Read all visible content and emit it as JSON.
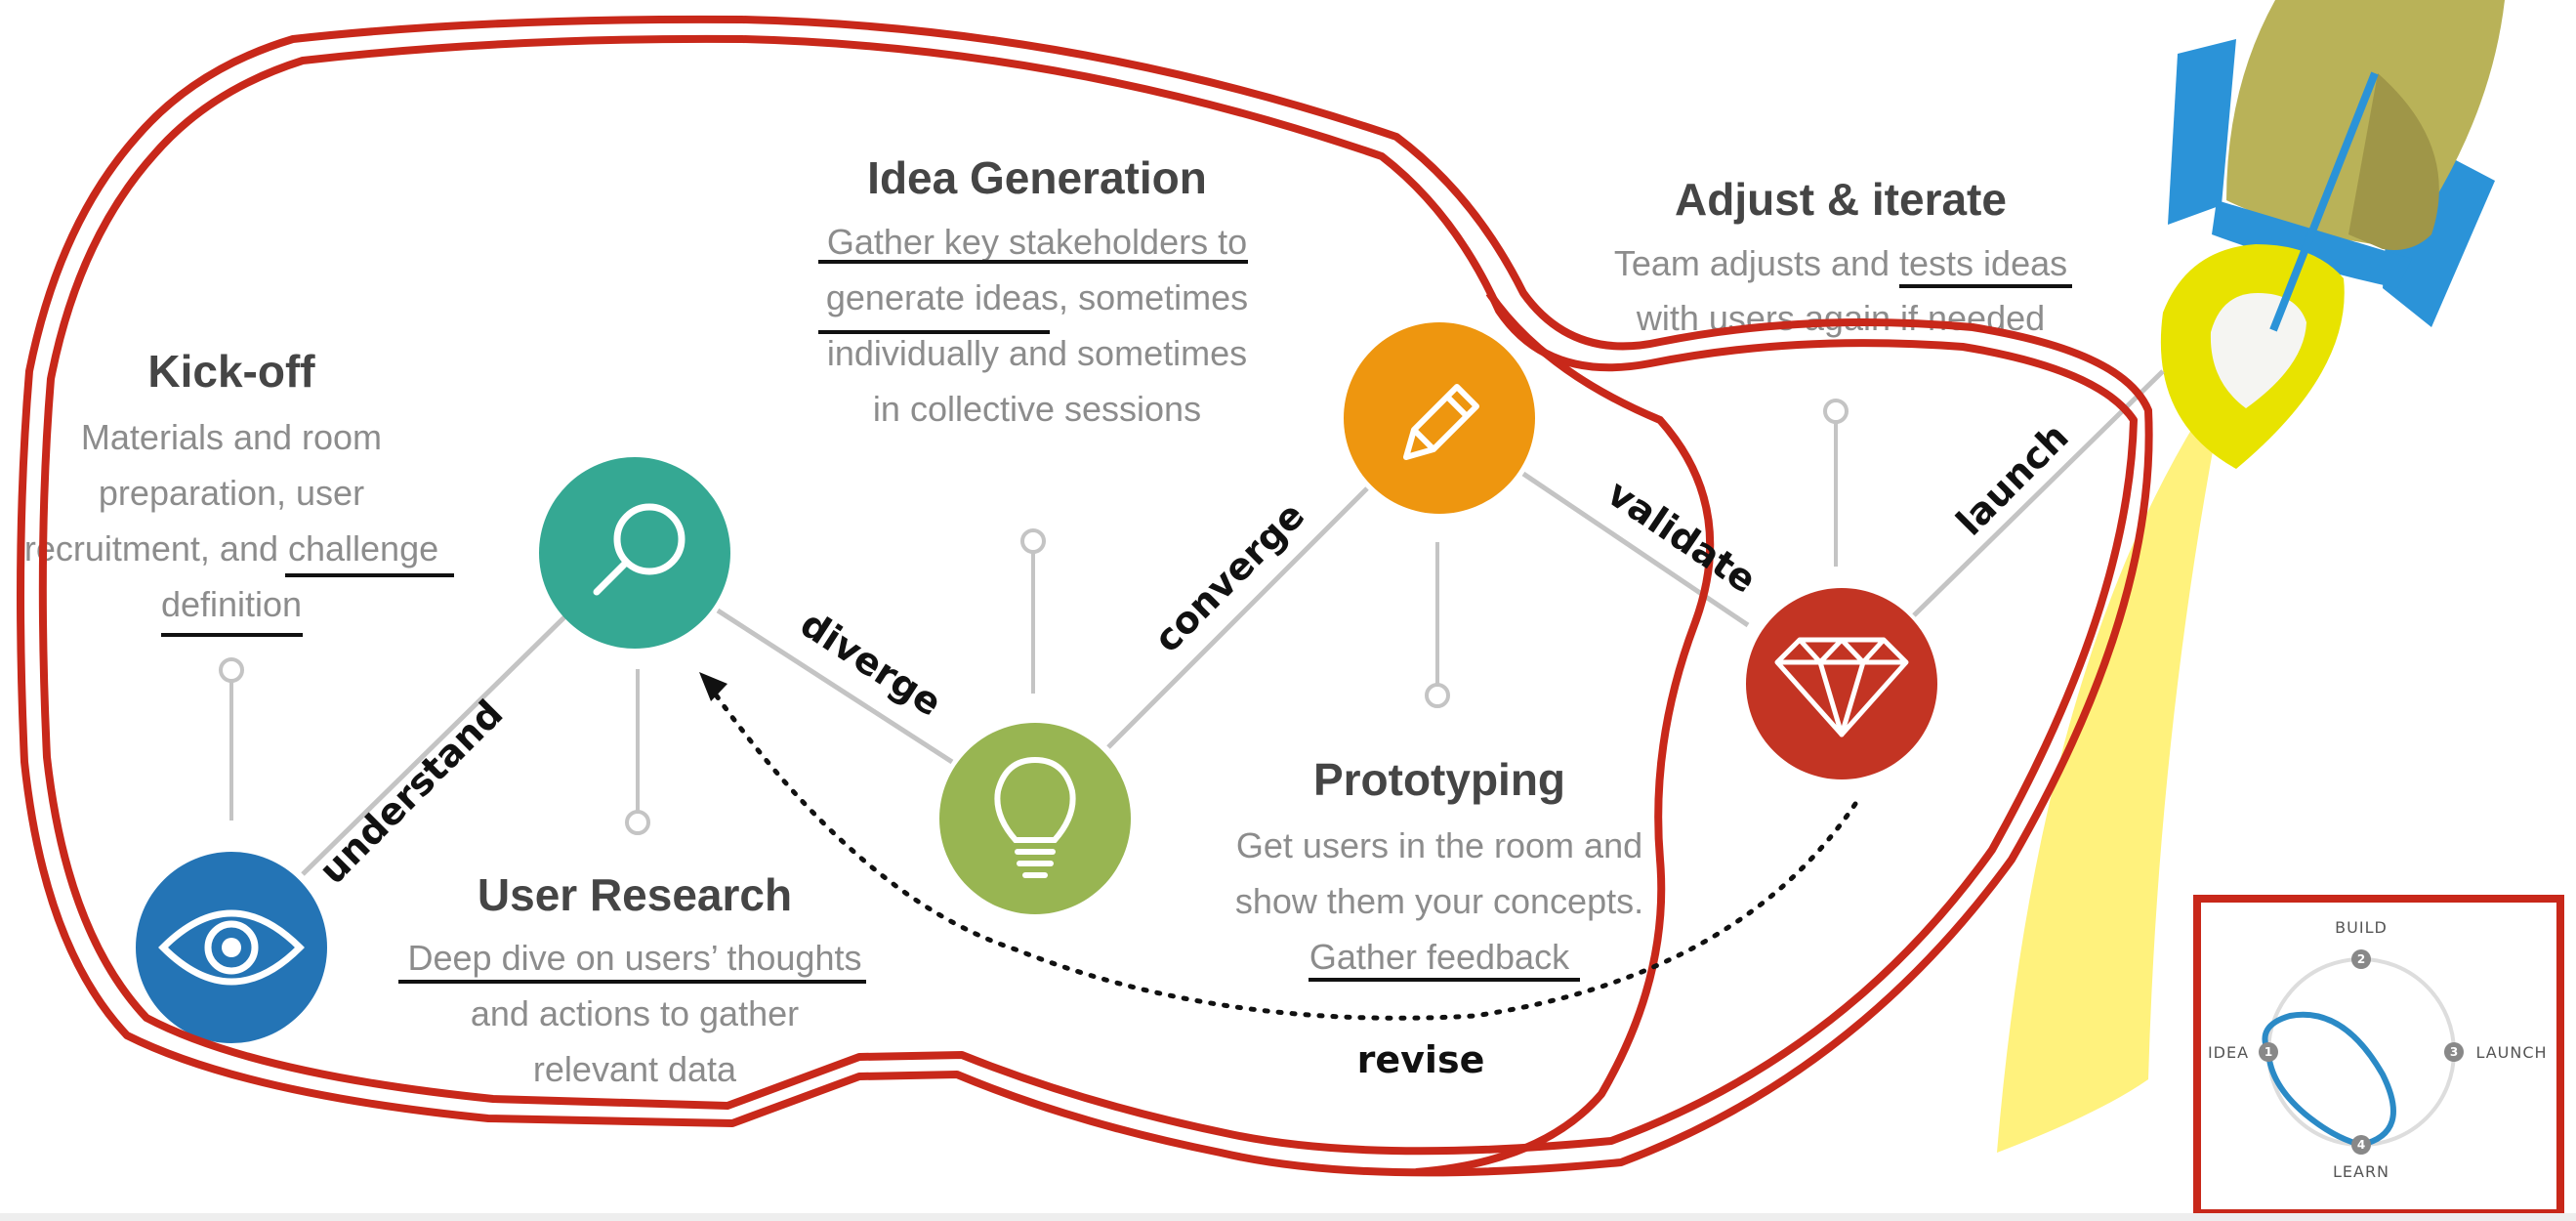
{
  "stages": {
    "kickoff": {
      "title": "Kick-off",
      "desc": [
        "Materials and room",
        "preparation, user",
        "recruitment, and challenge",
        "definition"
      ],
      "color": "#2474b5",
      "icon": "eye-icon"
    },
    "research": {
      "title": "User Research",
      "desc": [
        "Deep dive on users’ thoughts",
        "and actions to gather",
        "relevant data"
      ],
      "color": "#35a893",
      "icon": "magnifier-icon"
    },
    "ideation": {
      "title": "Idea Generation",
      "desc": [
        "Gather key stakeholders to",
        "generate ideas, sometimes",
        "individually and sometimes",
        "in collective sessions"
      ],
      "color": "#98b552",
      "icon": "lightbulb-icon"
    },
    "prototyping": {
      "title": "Prototyping",
      "desc": [
        "Get users in the room and",
        "show them your concepts.",
        "Gather feedback"
      ],
      "color": "#ee960f",
      "icon": "pencil-icon"
    },
    "iterate": {
      "title": "Adjust & iterate",
      "desc": [
        "Team adjusts and tests ideas",
        "with users again if needed"
      ],
      "color": "#c33423",
      "icon": "diamond-icon"
    }
  },
  "annotations": {
    "understand": "understand",
    "diverge": "diverge",
    "converge": "converge",
    "validate": "validate",
    "launch": "launch",
    "revise": "revise"
  },
  "loop": {
    "build": "BUILD",
    "idea": "IDEA",
    "launch": "LAUNCH",
    "learn": "LEARN",
    "n1": "1",
    "n2": "2",
    "n3": "3",
    "n4": "4"
  },
  "colors": {
    "outline": "#c8281a",
    "rocket_body": "#b9b258",
    "rocket_fin": "#2b93d8",
    "rocket_ring": "#e8e300",
    "rocket_flame": "#fff27d",
    "loop_arc": "#2b8ac6"
  }
}
